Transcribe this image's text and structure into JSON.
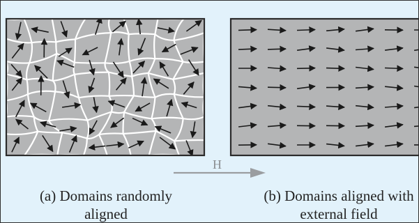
{
  "panels": [
    {
      "id": "random",
      "caption": [
        "(a) Domains randomly",
        "aligned"
      ]
    },
    {
      "id": "aligned",
      "caption": [
        "(b) Domains aligned with",
        "external field"
      ]
    }
  ],
  "field": {
    "label": "H"
  },
  "colors": {
    "background": "#e2f2fb",
    "panel_fill": "#b4b5b6",
    "domain_walls": "#ffffff",
    "arrows": "#1a1a1a",
    "field_arrow": "#9a9da0",
    "border": "#2b2b2b"
  }
}
